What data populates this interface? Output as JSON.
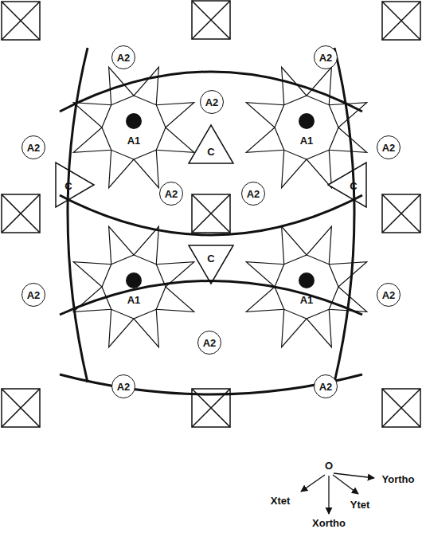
{
  "diagram": {
    "nodes": [
      {
        "text": [
          "A2"
        ]
      },
      {
        "text": [
          "A2"
        ]
      },
      {
        "text": [
          "A2"
        ]
      },
      {
        "text": [
          "A2"
        ]
      },
      {
        "text": [
          "A2"
        ]
      },
      {
        "text": [
          "A2"
        ]
      },
      {
        "text": [
          "A2"
        ]
      },
      {
        "text": [
          "A2"
        ]
      },
      {
        "text": [
          "A2"
        ]
      },
      {
        "text": [
          "A2"
        ]
      },
      {
        "text": [
          "A2"
        ]
      },
      {
        "text": [
          "A2"
        ]
      }
    ],
    "labels": [
      "A1",
      "A1",
      "C",
      "C",
      "C",
      "C",
      "A1",
      "A1",
      "O",
      "Yortho",
      "Xtet",
      "Ytet",
      "Xortho"
    ]
  }
}
